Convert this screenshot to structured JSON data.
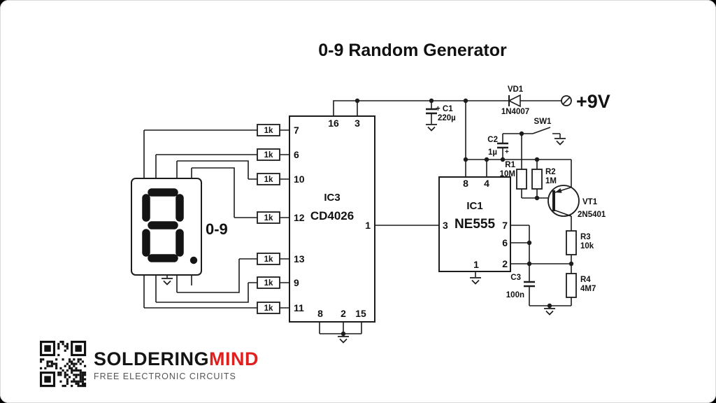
{
  "title": "0-9 Random Generator",
  "supply_label": "+9V",
  "display": {
    "range_label": "0-9"
  },
  "r_network": {
    "value": "1k"
  },
  "ic3": {
    "name": "IC3",
    "part": "CD4026",
    "pin16": "16",
    "pin3": "3",
    "pin1": "1",
    "pin7": "7",
    "pin6": "6",
    "pin10": "10",
    "pin12": "12",
    "pin13": "13",
    "pin9": "9",
    "pin11": "11",
    "pin8": "8",
    "pin2": "2",
    "pin15": "15"
  },
  "ic1": {
    "name": "IC1",
    "part": "NE555",
    "pin8": "8",
    "pin4": "4",
    "pin3": "3",
    "pin7": "7",
    "pin6": "6",
    "pin2": "2",
    "pin1": "1"
  },
  "vd1": {
    "name": "VD1",
    "part": "1N4007"
  },
  "c1": {
    "label": "+ C1",
    "value": "220µ"
  },
  "c2": {
    "name": "C2",
    "value": "1µ",
    "plus": "+"
  },
  "c3": {
    "name": "C3",
    "value": "100n"
  },
  "sw1": {
    "name": "SW1"
  },
  "r1": {
    "name": "R1",
    "value": "10M"
  },
  "r2": {
    "name": "R2",
    "value": "1M"
  },
  "r3": {
    "name": "R3",
    "value": "10k"
  },
  "r4": {
    "name": "R4",
    "value": "4M7"
  },
  "vt1": {
    "name": "VT1",
    "part": "2N5401"
  },
  "branding": {
    "brand_primary": "SOLDERING",
    "brand_accent": "MIND",
    "tagline": "FREE ELECTRONIC CIRCUITS"
  },
  "colors": {
    "accent_red": "#e01f1f",
    "ink": "#111111",
    "background": "#ffffff"
  }
}
